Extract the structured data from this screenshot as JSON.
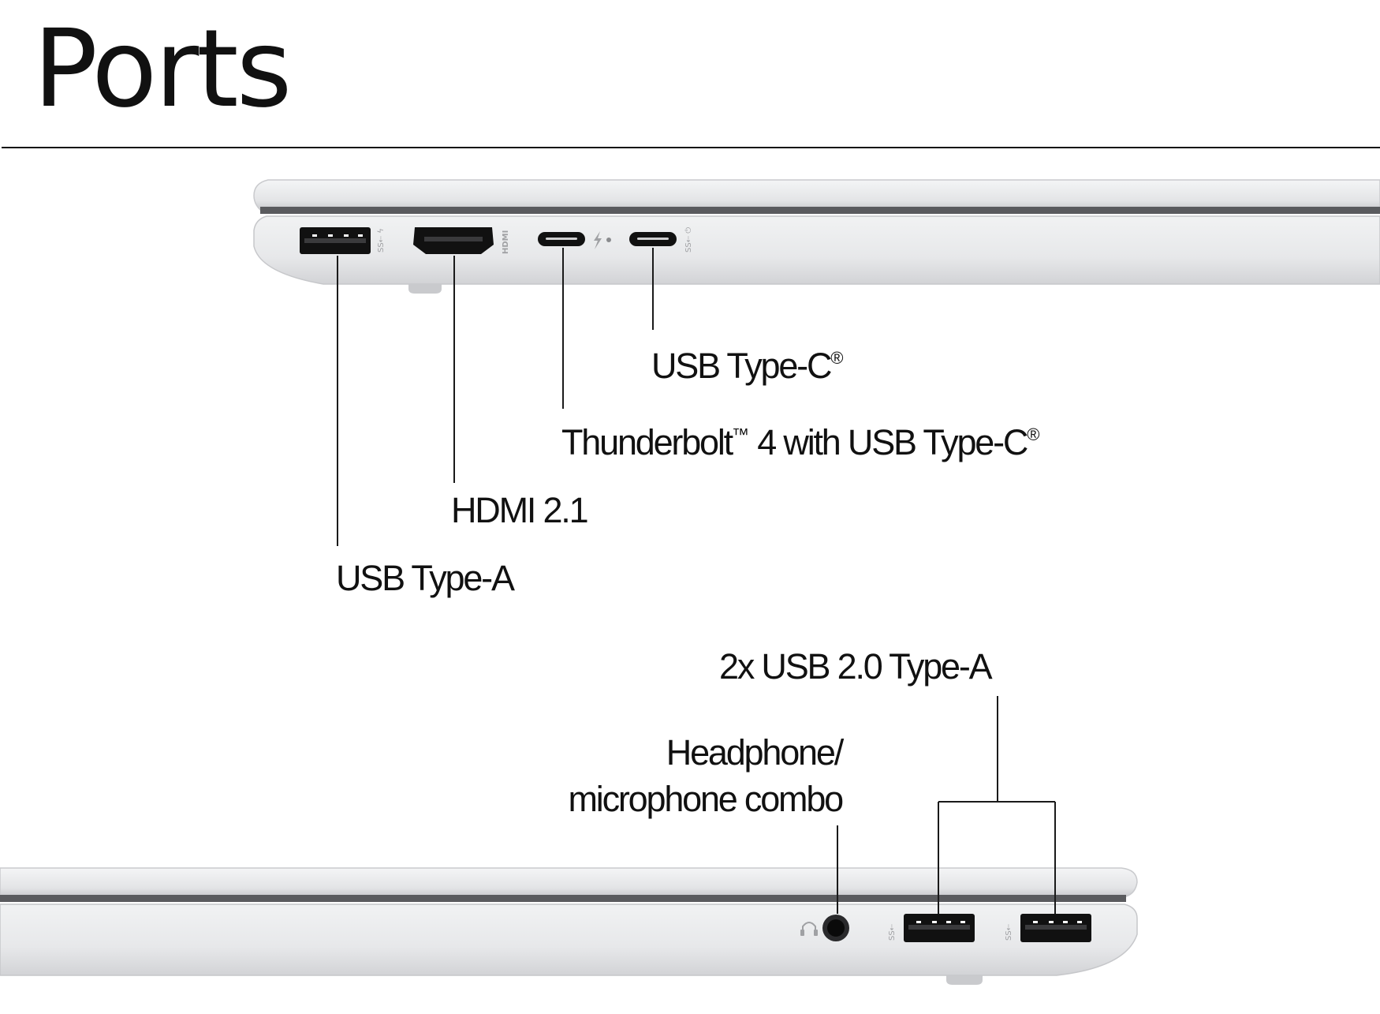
{
  "page": {
    "title": "Ports"
  },
  "colors": {
    "text": "#111111",
    "chassis": "#e8e9eb",
    "port": "#111111",
    "leader_line": "#1a1a1a"
  },
  "callouts": {
    "usb_c": {
      "label": "USB Type-C",
      "mark": "®"
    },
    "thunderbolt": {
      "label": "Thunderbolt",
      "tm": "™",
      "rest": " 4 with USB Type-C",
      "mark": "®"
    },
    "hdmi": {
      "label": "HDMI 2.1"
    },
    "usb_a": {
      "label": "USB Type-A"
    },
    "usb20": {
      "label": "2x USB 2.0 Type-A"
    },
    "headphone": {
      "line1": "Headphone/",
      "line2": "microphone combo"
    }
  },
  "icons": [
    "usb-ss-icon",
    "thunderbolt-icon",
    "hdmi-logo-icon",
    "power-delivery-icon",
    "headphone-icon",
    "usb-icon"
  ]
}
